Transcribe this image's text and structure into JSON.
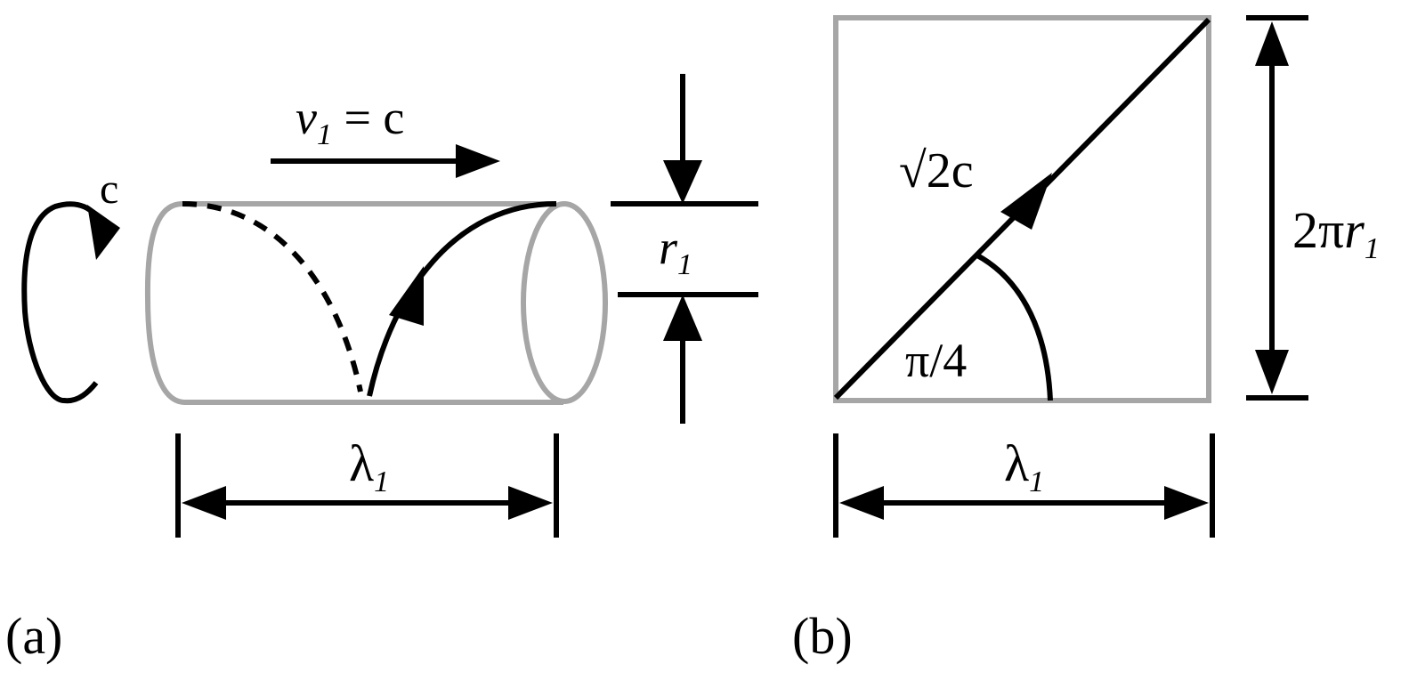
{
  "panel_a": {
    "label": "(a)",
    "rotation_speed": "c",
    "velocity": {
      "symbol": "v",
      "subscript": "1",
      "rest": " = c"
    },
    "radius": {
      "symbol": "r",
      "subscript": "1"
    },
    "wavelength": {
      "symbol": "λ",
      "subscript": "1"
    }
  },
  "panel_b": {
    "label": "(b)",
    "diagonal_speed": "√2c",
    "angle": "π/4",
    "height": {
      "prefix": "2π",
      "symbol": "r",
      "subscript": "1"
    },
    "wavelength": {
      "symbol": "λ",
      "subscript": "1"
    }
  },
  "colors": {
    "line": "#000000",
    "cylinder": "#a6a6a6",
    "background": "#ffffff"
  }
}
